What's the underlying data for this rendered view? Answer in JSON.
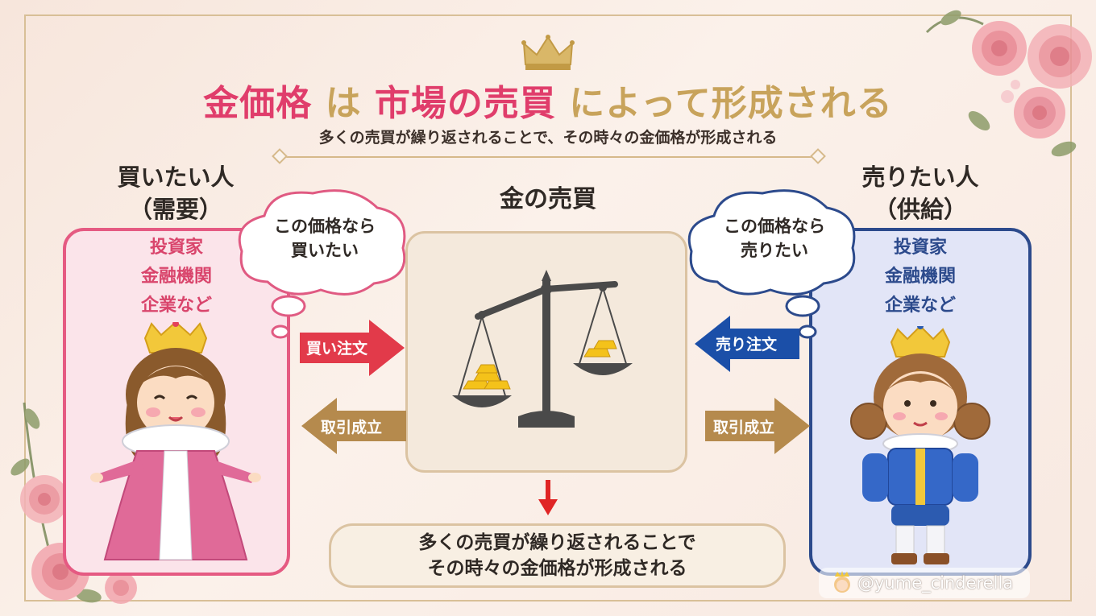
{
  "title": {
    "part1": "金価格",
    "part2": " は ",
    "part3": "市場の売買",
    "part4": " によって形成される"
  },
  "subtitle": "多くの売買が繰り返されることで、その時々の金価格が形成される",
  "buyer": {
    "heading_line1": "買いたい人",
    "heading_line2": "（需要）",
    "items": [
      "投資家",
      "金融機関",
      "企業など"
    ],
    "bubble_line1": "この価格なら",
    "bubble_line2": "買いたい",
    "order_label": "買い注文",
    "deal_label": "取引成立"
  },
  "center": {
    "title": "金の売買"
  },
  "seller": {
    "heading_line1": "売りたい人",
    "heading_line2": "（供給）",
    "items": [
      "投資家",
      "金融機関",
      "企業など"
    ],
    "bubble_line1": "この価格なら",
    "bubble_line2": "売りたい",
    "order_label": "売り注文",
    "deal_label": "取引成立"
  },
  "result": {
    "line1": "多くの売買が繰り返されることで",
    "line2": "その時々の金価格が形成される"
  },
  "handle": "@yume_cinderella",
  "colors": {
    "accent_pink": "#e03d6b",
    "gold": "#c8a35b",
    "buyer_border": "#e55a82",
    "seller_border": "#2c4a8c",
    "buy_arrow": "#e23a4a",
    "sell_arrow": "#1b4fa8",
    "deal_arrow": "#b58a4d"
  },
  "icons": [
    "crown-icon",
    "rose-decoration",
    "balance-scale-icon",
    "gold-bar-icon",
    "princess-illustration",
    "prince-illustration",
    "thought-bubble",
    "down-arrow-icon",
    "princess-emoji-icon"
  ]
}
